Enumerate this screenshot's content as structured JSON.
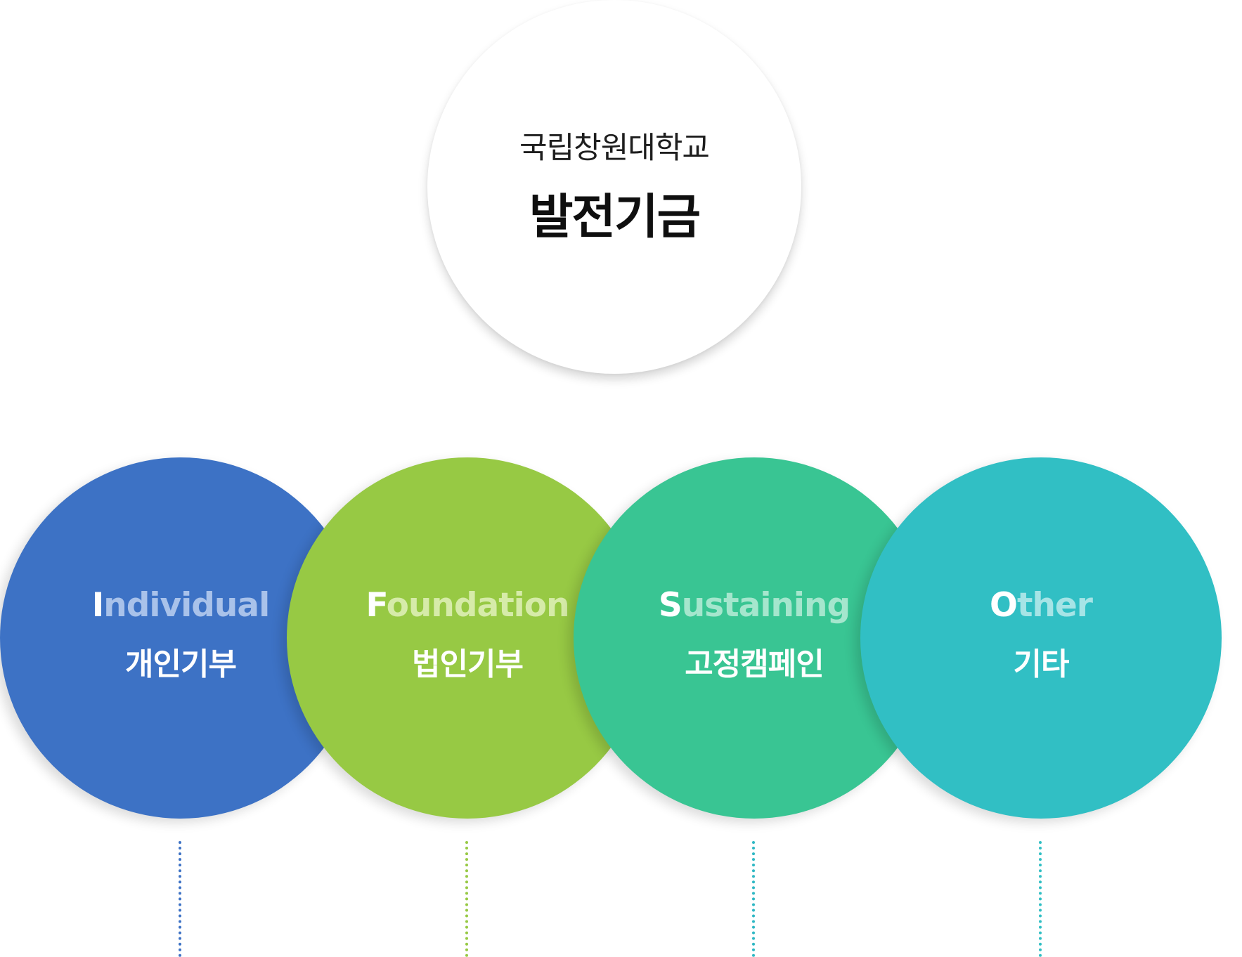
{
  "hub": {
    "subtitle": "국립창원대학교",
    "title": "발전기금"
  },
  "categories": [
    {
      "en_first": "I",
      "en_rest": "ndividual",
      "ko": "개인기부",
      "color": "#3d72c5",
      "rest_color": "#a9c2ea",
      "line_color": "#3d72c5"
    },
    {
      "en_first": "F",
      "en_rest": "oundation",
      "ko": "법인기부",
      "color": "#97c944",
      "rest_color": "#d6eba9",
      "line_color": "#97c944"
    },
    {
      "en_first": "S",
      "en_rest": "ustaining",
      "ko": "고정캠페인",
      "color": "#39c593",
      "rest_color": "#a5e6cd",
      "line_color": "#2fb8c4"
    },
    {
      "en_first": "O",
      "en_rest": "ther",
      "ko": "기타",
      "color": "#31bfc4",
      "rest_color": "#a6e4e6",
      "line_color": "#31bfc4"
    }
  ]
}
